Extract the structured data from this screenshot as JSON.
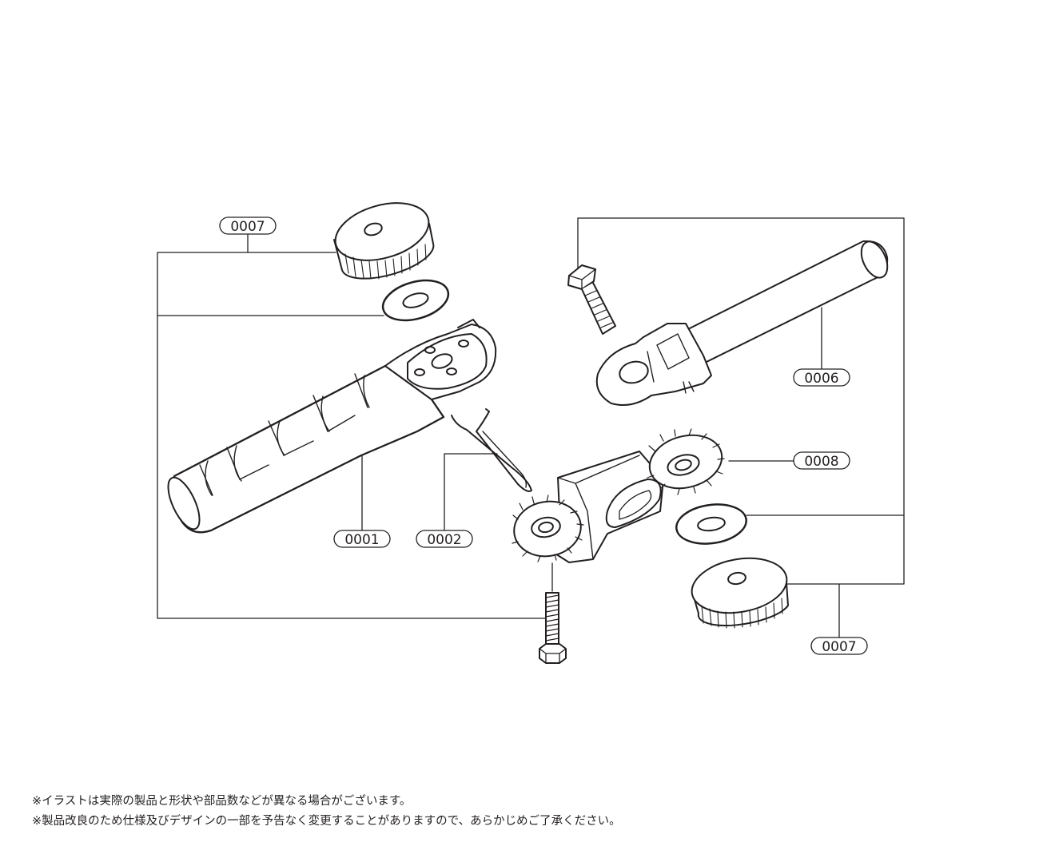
{
  "parts": {
    "part_0001": "0001",
    "part_0002": "0002",
    "part_0006": "0006",
    "part_0007_top": "0007",
    "part_0007_bottom": "0007",
    "part_0008": "0008"
  },
  "notes": [
    "※イラストは実際の製品と形状や部品数などが異なる場合がございます。",
    "※製品改良のため仕様及びデザインの一部を予告なく変更することがありますので、あらかじめご了承ください。"
  ]
}
